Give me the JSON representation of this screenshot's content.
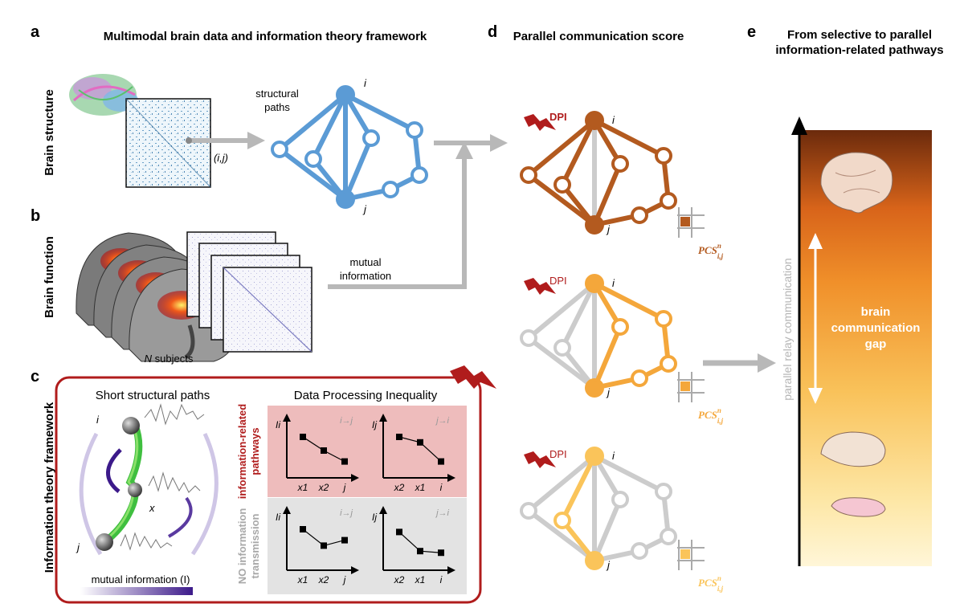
{
  "panels": {
    "a": {
      "letter": "a",
      "title": "Multimodal brain data and information theory framework"
    },
    "b": {
      "letter": "b"
    },
    "c": {
      "letter": "c"
    },
    "d": {
      "letter": "d",
      "title": "Parallel communication score"
    },
    "e": {
      "letter": "e",
      "title_line1": "From selective to parallel",
      "title_line2": "information-related pathways"
    }
  },
  "side_labels": {
    "structure": "Brain structure",
    "function": "Brain function",
    "framework": "Information theory framework"
  },
  "labels": {
    "structural_paths_line1": "structural",
    "structural_paths_line2": "paths",
    "pair": "(i,j)",
    "node_i": "i",
    "node_j": "j",
    "mutual_line1": "mutual",
    "mutual_line2": "information",
    "n_subjects_n": "N",
    "n_subjects_rest": " subjects"
  },
  "panel_c": {
    "short_paths": "Short structural paths",
    "dpi_title": "Data Processing Inequality",
    "node_i": "i",
    "node_j": "j",
    "node_x": "x",
    "mi_legend": "mutual information (I)",
    "pathways_line1": "information-related",
    "pathways_line2": "pathways",
    "no_line1": "NO information",
    "no_line2": "transmission",
    "plots": [
      {
        "ylabel": "Ii",
        "dir": "i→j",
        "x": [
          "x1",
          "x2",
          "j"
        ],
        "values": [
          0.75,
          0.5,
          0.3
        ]
      },
      {
        "ylabel": "Ij",
        "dir": "j→i",
        "x": [
          "x2",
          "x1",
          "i"
        ],
        "values": [
          0.75,
          0.65,
          0.3
        ]
      },
      {
        "ylabel": "Ii",
        "dir": "i→j",
        "x": [
          "x1",
          "x2",
          "j"
        ],
        "values": [
          0.75,
          0.45,
          0.55
        ]
      },
      {
        "ylabel": "Ij",
        "dir": "j→i",
        "x": [
          "x2",
          "x1",
          "i"
        ],
        "values": [
          0.7,
          0.35,
          0.32
        ]
      }
    ]
  },
  "panel_d": {
    "dpi": "DPI",
    "pcs": "PCS",
    "pcs_sup": "n",
    "pcs_sub": "i,j",
    "node_i": "i",
    "node_j": "j"
  },
  "panel_e": {
    "axis": "parallel relay communication",
    "gap_line1": "brain",
    "gap_line2": "communication",
    "gap_line3": "gap"
  },
  "colors": {
    "blue": "#5b9bd5",
    "brown": "#b35a1f",
    "orange": "#f4a73b",
    "yellow": "#fac45a",
    "gray": "#cccccc",
    "red": "#b01c1c",
    "pink": "#eebcbc",
    "lightgray": "#e3e3e3"
  }
}
